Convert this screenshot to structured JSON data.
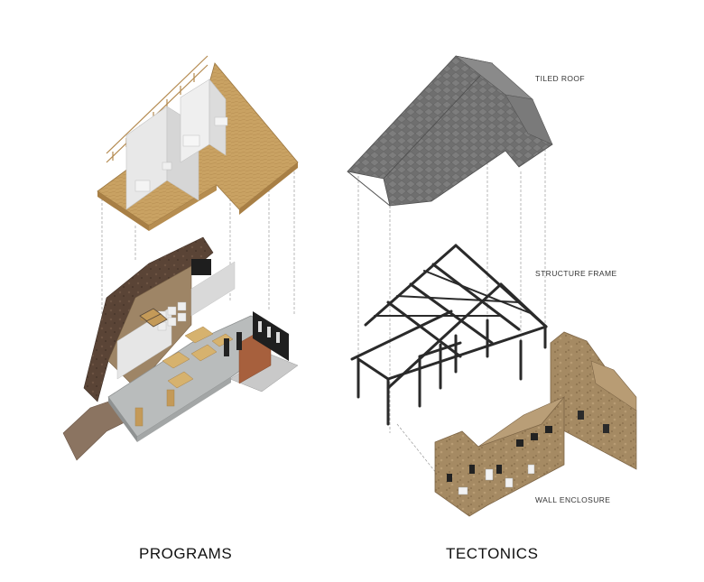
{
  "captions": {
    "left": "PROGRAMS",
    "right": "TECTONICS"
  },
  "labels": {
    "roof": "TILED ROOF",
    "frame": "STRUCTURE FRAME",
    "walls": "WALL ENCLOSURE"
  },
  "colors": {
    "wood": "#c9a263",
    "wood_dark": "#a87f45",
    "concrete": "#b9bcbc",
    "earth": "#5a4436",
    "earth_light": "#8b7461",
    "roof_tile": "#6f6f6f",
    "roof_tile_light": "#8a8a8a",
    "steel": "#2a2a2a",
    "wall_stone": "#a58a63",
    "leader_line": "#9a9a9a"
  }
}
